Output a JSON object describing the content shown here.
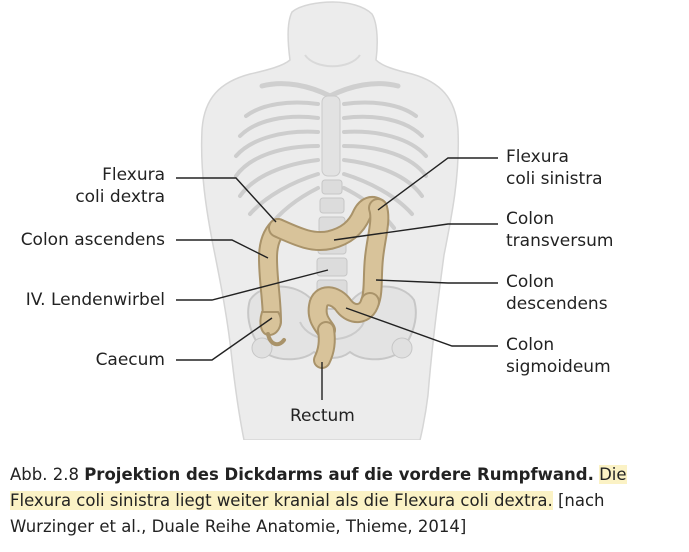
{
  "labels": {
    "flexura_coli_dextra": [
      "Flexura",
      "coli dextra"
    ],
    "colon_ascendens": "Colon ascendens",
    "lendenwirbel": "IV. Lendenwirbel",
    "caecum": "Caecum",
    "flexura_coli_sinistra": [
      "Flexura",
      "coli sinistra"
    ],
    "colon_transversum": [
      "Colon",
      "transversum"
    ],
    "colon_descendens": [
      "Colon",
      "descendens"
    ],
    "colon_sigmoideum": [
      "Colon",
      "sigmoideum"
    ],
    "rectum": "Rectum"
  },
  "caption": {
    "figure_number": "Abb. 2.8",
    "title": "Projektion des Dickdarms auf die vordere Rumpfwand.",
    "highlighted": "Die Flexura coli sinistra liegt weiter kranial als die Flexura coli dextra.",
    "source": "[nach Wurzinger et al., Duale Reihe Anatomie, Thieme, 2014]"
  },
  "colors": {
    "colon_fill": "#d8c39a",
    "colon_stroke": "#a9936a",
    "body_fill": "#ececec",
    "skeleton": "#c9c9c9",
    "highlight": "#fbf2c5"
  }
}
